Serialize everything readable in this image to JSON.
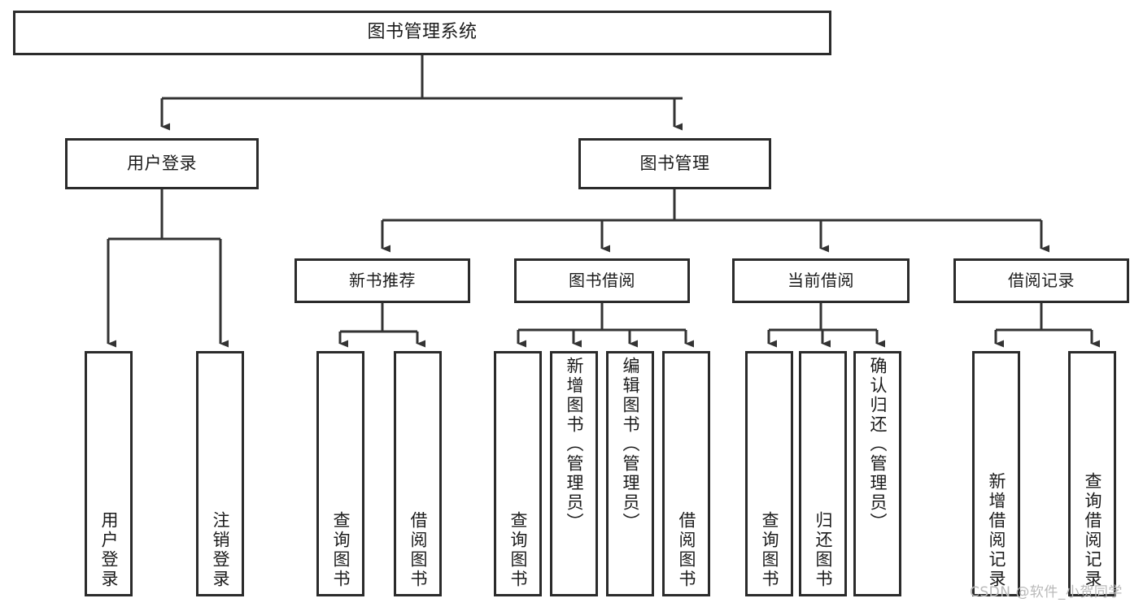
{
  "diagram": {
    "type": "tree-hierarchy-chart",
    "title": "图书管理系统",
    "orientation": "top-down",
    "colors": {
      "box_border": "#2b2b2b",
      "box_fill": "#ffffff",
      "connector": "#333333",
      "text": "#1b1b1b",
      "watermark": "#b9b9b9",
      "background": "#ffffff"
    },
    "root": {
      "label": "图书管理系统"
    },
    "level1": [
      {
        "label": "用户登录"
      },
      {
        "label": "图书管理"
      }
    ],
    "level2": [
      {
        "label": "新书推荐"
      },
      {
        "label": "图书借阅"
      },
      {
        "label": "当前借阅"
      },
      {
        "label": "借阅记录"
      }
    ],
    "leaves": {
      "user_login": [
        {
          "label": "用户登录"
        },
        {
          "label": "注销登录"
        }
      ],
      "new_book_recommend": [
        {
          "label": "查询图书"
        },
        {
          "label": "借阅图书"
        }
      ],
      "book_borrow": [
        {
          "label": "查询图书"
        },
        {
          "label": "新增图书（管理员）"
        },
        {
          "label": "编辑图书（管理员）"
        },
        {
          "label": "借阅图书"
        }
      ],
      "current_borrow": [
        {
          "label": "查询图书"
        },
        {
          "label": "归还图书"
        },
        {
          "label": "确认归还（管理员）"
        }
      ],
      "borrow_record": [
        {
          "label": "新增借阅记录"
        },
        {
          "label": "查询借阅记录"
        }
      ]
    }
  },
  "watermark": {
    "text": "CSDN @软件_小贺同学"
  }
}
